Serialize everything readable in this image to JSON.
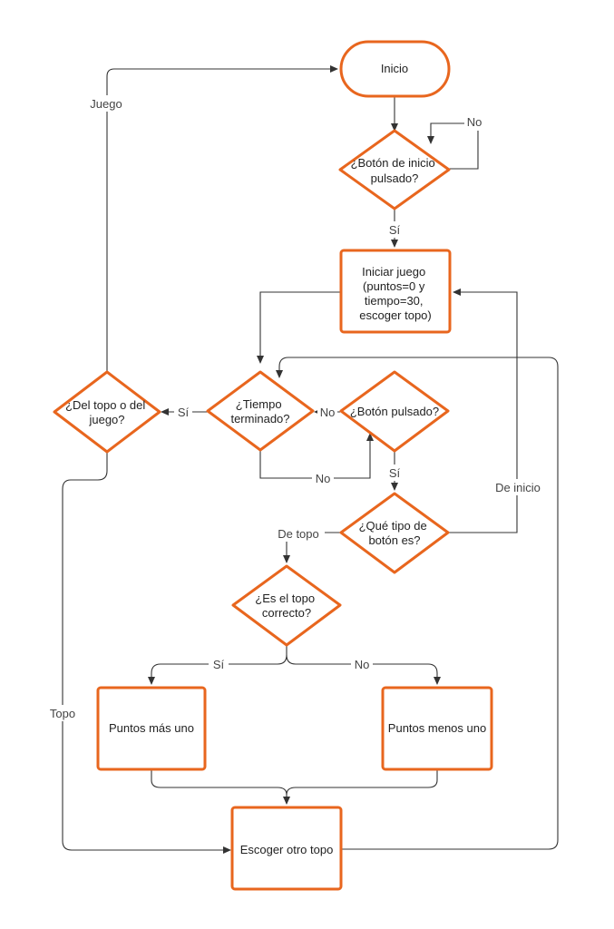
{
  "nodes": {
    "inicio": {
      "shape": "terminal",
      "lines": [
        "Inicio"
      ]
    },
    "boton_inicio": {
      "shape": "decision",
      "lines": [
        "¿Botón de inicio",
        "pulsado?"
      ]
    },
    "iniciar_juego": {
      "shape": "process",
      "lines": [
        "Iniciar juego",
        "(puntos=0 y",
        "tiempo=30,",
        "escoger topo)"
      ]
    },
    "tiempo_terminado": {
      "shape": "decision",
      "lines": [
        "¿Tiempo",
        "terminado?"
      ]
    },
    "boton_pulsado": {
      "shape": "decision",
      "lines": [
        "¿Botón pulsado?"
      ]
    },
    "del_topo": {
      "shape": "decision",
      "lines": [
        "¿Del topo o del",
        "juego?"
      ]
    },
    "tipo_boton": {
      "shape": "decision",
      "lines": [
        "¿Qué tipo de",
        "botón es?"
      ]
    },
    "topo_correcto": {
      "shape": "decision",
      "lines": [
        "¿Es el topo",
        "correcto?"
      ]
    },
    "puntos_mas": {
      "shape": "process",
      "lines": [
        "Puntos más uno"
      ]
    },
    "puntos_menos": {
      "shape": "process",
      "lines": [
        "Puntos menos uno"
      ]
    },
    "escoger_otro": {
      "shape": "process",
      "lines": [
        "Escoger otro topo"
      ]
    }
  },
  "edge_labels": {
    "no_boton_inicio": "No",
    "si_boton_inicio": "Sí",
    "juego": "Juego",
    "si_tiempo": "Sí",
    "no_boton_pulsado": "No",
    "no_tiempo": "No",
    "si_boton_pulsado": "Sí",
    "de_inicio": "De inicio",
    "de_topo": "De topo",
    "si_correcto": "Sí",
    "no_correcto": "No",
    "topo": "Topo"
  },
  "colors": {
    "shape_stroke": "#e8661e",
    "edge": "#333333",
    "text": "#222222"
  }
}
